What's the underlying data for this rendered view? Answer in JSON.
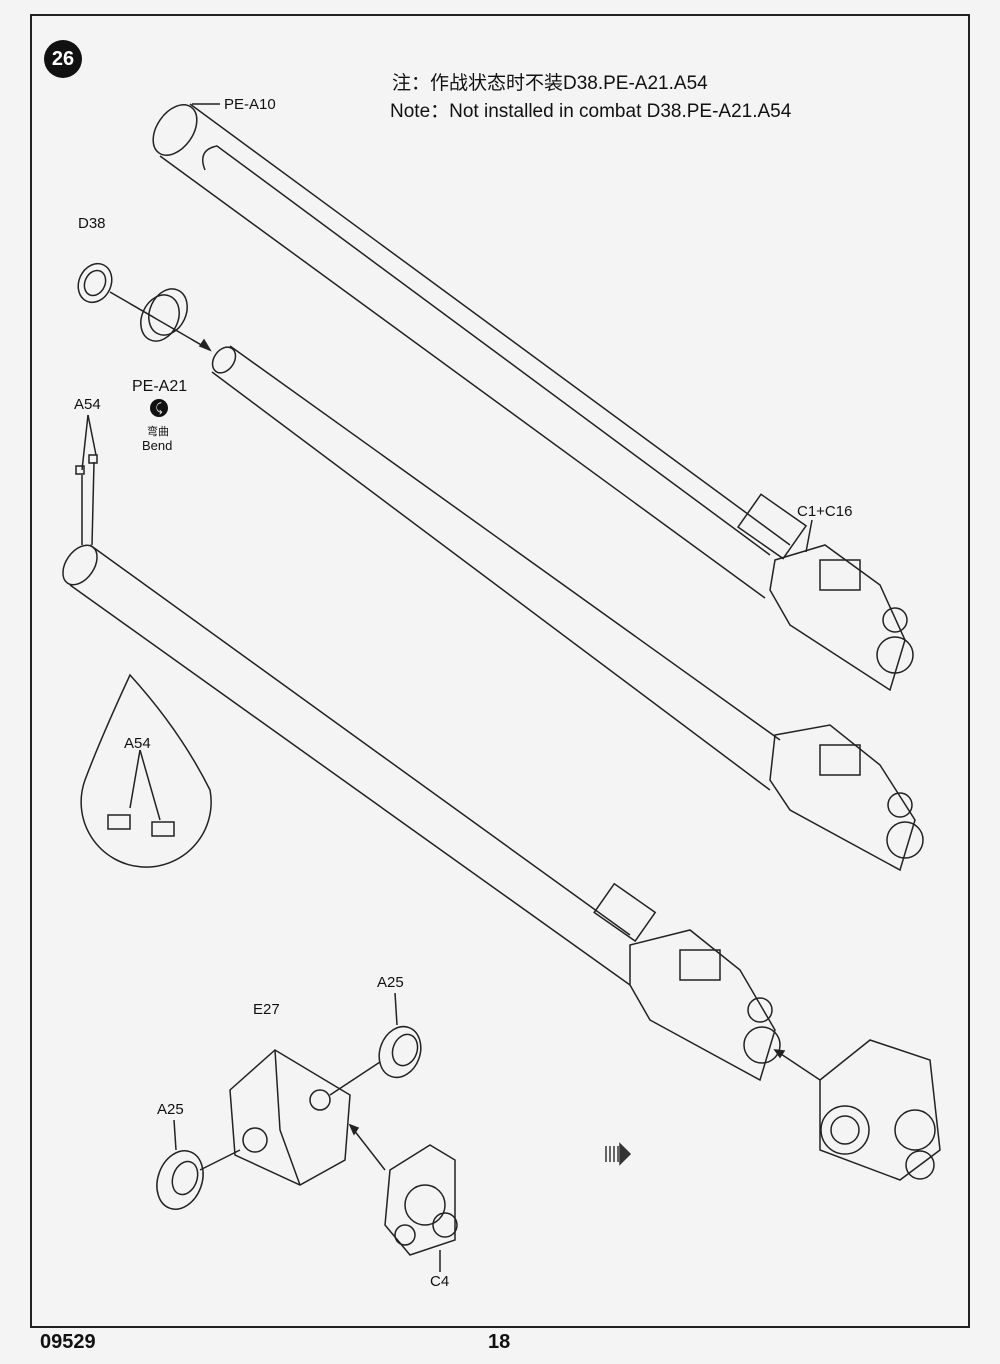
{
  "step_number": "26",
  "note": {
    "chinese": "注：作战状态时不装D38.PE-A21.A54",
    "english": "Note：Not installed in combat D38.PE-A21.A54"
  },
  "labels": {
    "pe_a10": "PE-A10",
    "d38": "D38",
    "pe_a21": "PE-A21",
    "bend_cn": "弯曲",
    "bend_en": "Bend",
    "a54_top": "A54",
    "a54_detail": "A54",
    "c1_c16": "C1+C16",
    "a25_top": "A25",
    "e27": "E27",
    "a25_left": "A25",
    "c4": "C4"
  },
  "icons": {
    "bend": "bend-icon",
    "arrow": "direction-arrow-icon"
  },
  "footer": {
    "code": "09529",
    "page": "18"
  }
}
